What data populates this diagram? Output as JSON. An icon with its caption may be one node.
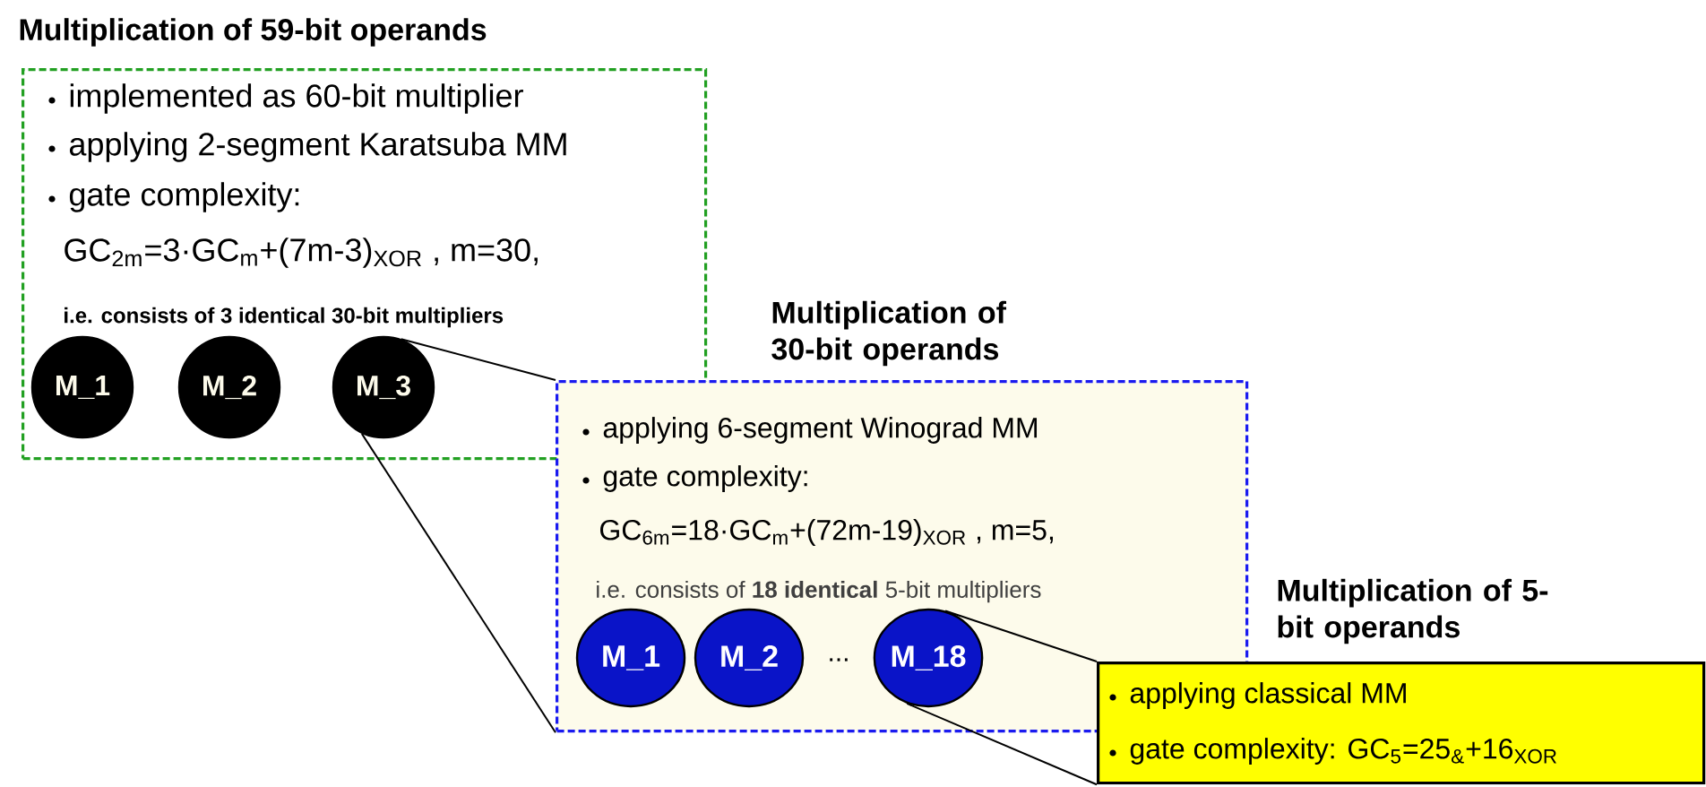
{
  "diagram": {
    "nodes": [
      {
        "text": [
          "Multiplication of 59-bit operands",
          "implemented as 60-bit multiplier",
          "applying 2-segment Karatsuba MM",
          "gate complexity:",
          "GC$_{2m}$=3·GC$_{m}$+(7m-3)$_{XOR}$ , m=30,",
          "i.e. consists of 3 identical 30-bit multipliers"
        ]
      },
      {
        "text": [
          "M_1"
        ],
        "in": 0
      },
      {
        "text": [
          "M_2"
        ],
        "in": 0
      },
      {
        "text": [
          "M_3"
        ],
        "in": 0
      },
      {
        "text": [
          "Multiplication of 30-bit operands",
          "applying 6-segment Winograd MM",
          "gate complexity:",
          "GC$_{6m}$=18·GC$_{m}$+(72m-19)$_{XOR}$ , m=5,",
          "i.e. consists of **18 identical** 5-bit multipliers"
        ]
      },
      {
        "text": [
          "M_1"
        ],
        "in": 4
      },
      {
        "text": [
          "M_2"
        ],
        "in": 4
      },
      {
        "text": [
          "M_18"
        ],
        "in": 4
      },
      {
        "text": [
          "Multiplication of 5-bit operands",
          "applying classical MM",
          "gate complexity: GC$_{5}$=25$_{&}$+16$_{XOR}$"
        ]
      }
    ],
    "edges": [
      {
        "from": 3,
        "to": 4,
        "arrow": "none"
      },
      {
        "from": 3,
        "to": 4,
        "arrow": "none"
      },
      {
        "from": 7,
        "to": 8,
        "arrow": "none"
      },
      {
        "from": 7,
        "to": 8,
        "arrow": "none"
      }
    ],
    "labels": [
      "..."
    ]
  }
}
